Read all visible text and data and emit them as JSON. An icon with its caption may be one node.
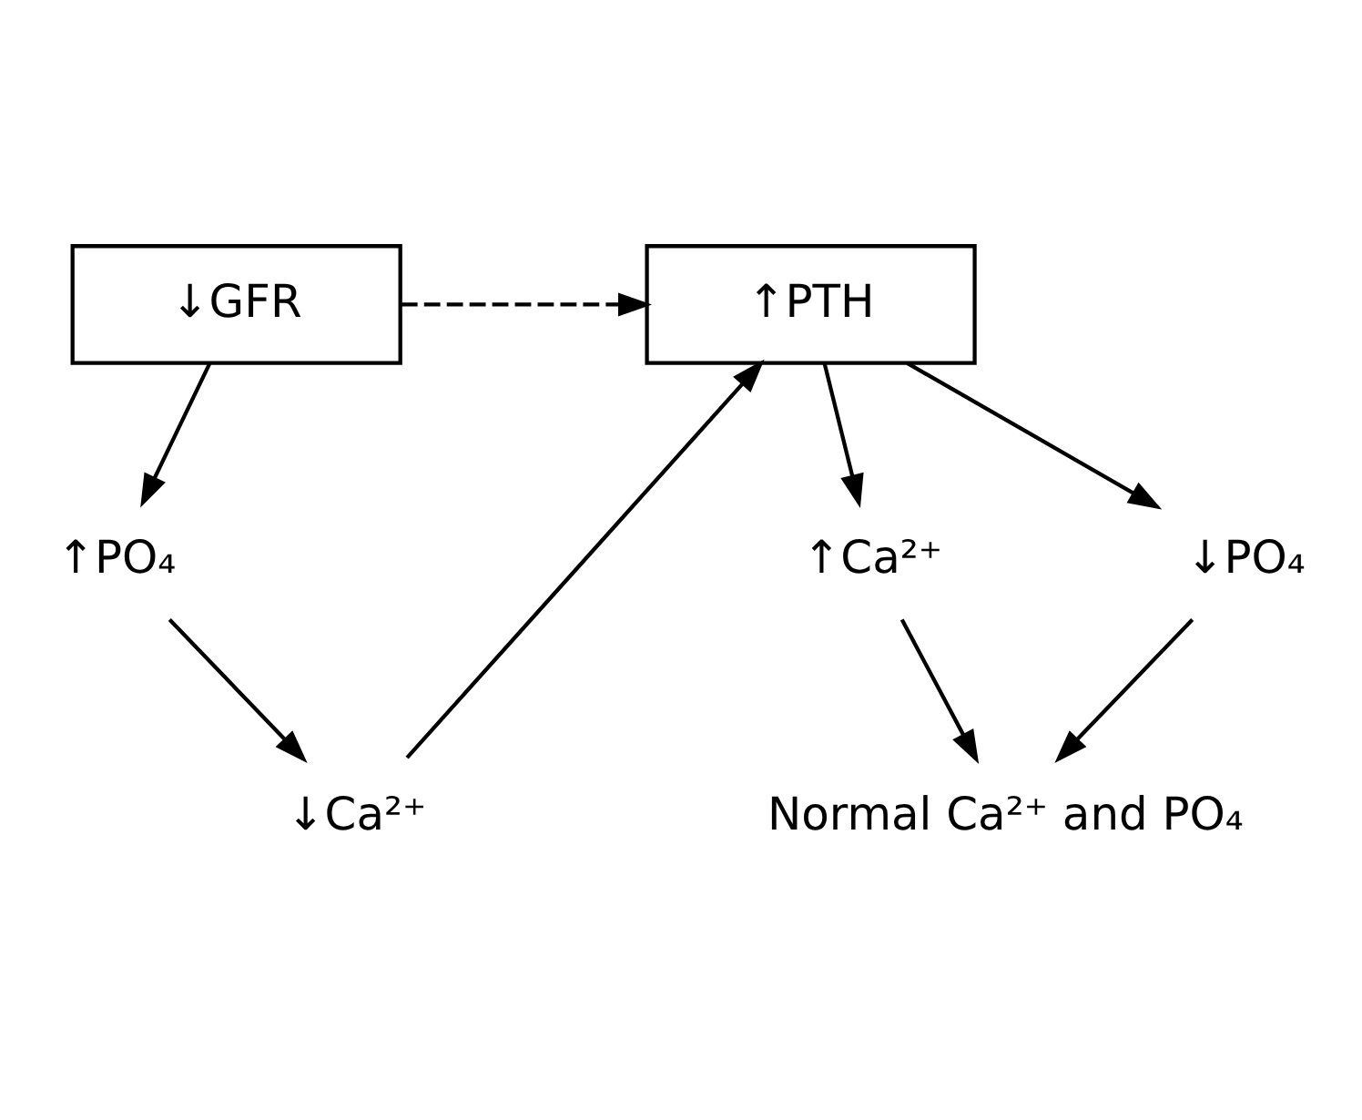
{
  "diagram": {
    "nodes": [
      {
        "text": [
          "↓GFR"
        ]
      },
      {
        "text": [
          "↑PTH"
        ]
      },
      {
        "text": [
          "↑PO₄"
        ]
      },
      {
        "text": [
          "↓Ca²⁺"
        ]
      },
      {
        "text": [
          "↑Ca²⁺"
        ]
      },
      {
        "text": [
          "↓PO₄"
        ]
      },
      {
        "text": [
          "Normal Ca²⁺ and PO₄"
        ]
      }
    ],
    "edges": [
      {
        "from": 0,
        "to": 1,
        "arrow": "to",
        "style": "dashed"
      },
      {
        "from": 0,
        "to": 2,
        "arrow": "to"
      },
      {
        "from": 2,
        "to": 3,
        "arrow": "to"
      },
      {
        "from": 3,
        "to": 1,
        "arrow": "to"
      },
      {
        "from": 1,
        "to": 4,
        "arrow": "to"
      },
      {
        "from": 1,
        "to": 5,
        "arrow": "to"
      },
      {
        "from": 4,
        "to": 6,
        "arrow": "to"
      },
      {
        "from": 5,
        "to": 6,
        "arrow": "to"
      }
    ]
  }
}
